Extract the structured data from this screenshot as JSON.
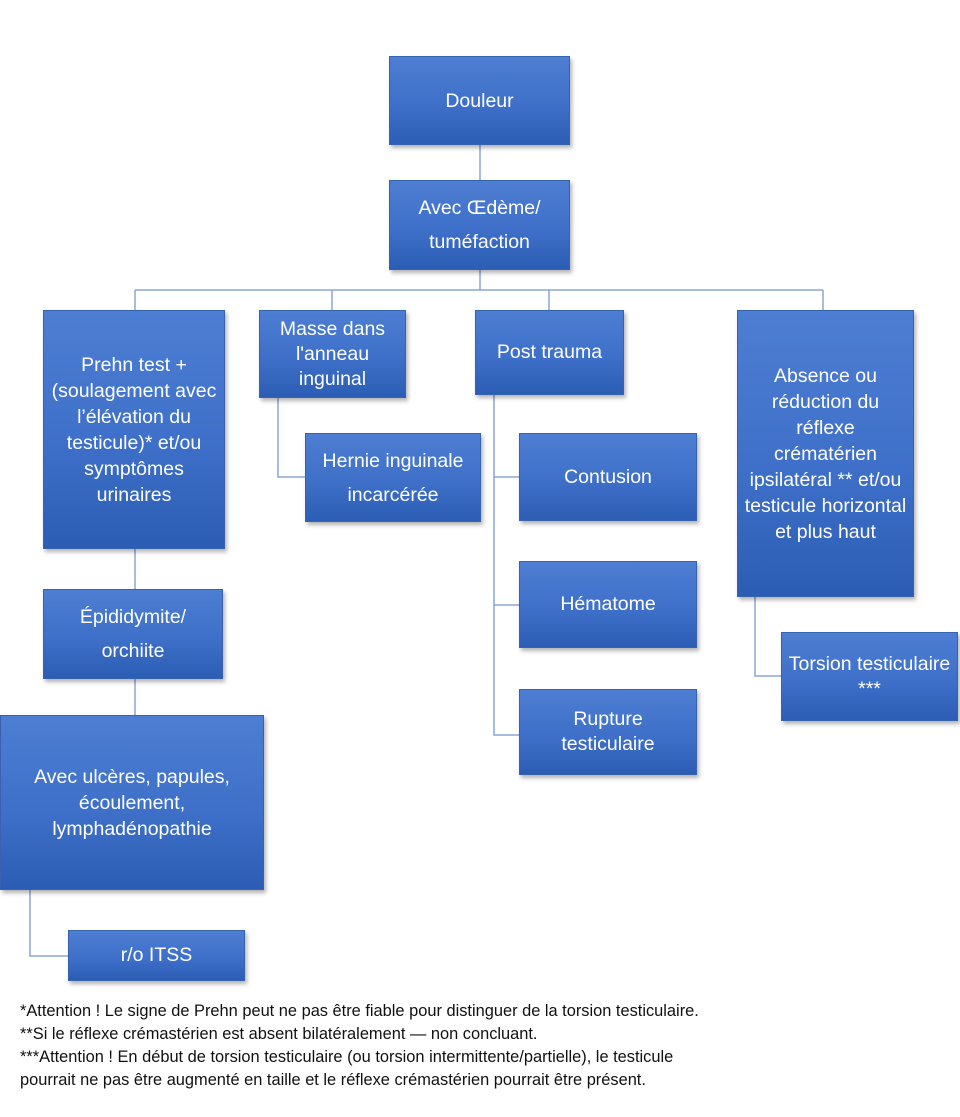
{
  "nodes": {
    "douleur": "Douleur",
    "oedeme": "Avec  Œdème/ tuméfaction",
    "prehn": "Prehn test + (soulagement avec l’élévation du testicule)* et/ou symptômes urinaires",
    "masse": "Masse dans l'anneau inguinal",
    "post_trauma": "Post trauma",
    "absence": "Absence ou réduction du réflexe crématérien ipsilatéral ** et/ou testicule horizontal et plus haut",
    "hernie": "Hernie inguinale incarcérée",
    "contusion": "Contusion",
    "hematome": "Hématome",
    "rupture": "Rupture testiculaire",
    "epididymite": "Épididymite/ orchiite",
    "ulceres": "Avec ulcères, papules, écoulement, lymphadénopathie",
    "itss": "r/o ITSS",
    "torsion": "Torsion testiculaire ***"
  },
  "footnotes": [
    "*Attention ! Le signe de Prehn peut ne pas être fiable pour distinguer de la torsion testiculaire.",
    "**Si le réflexe crémastérien est absent bilatéralement — non concluant.",
    "***Attention ! En début de torsion testiculaire (ou torsion intermittente/partielle), le testicule",
    "pourrait ne pas être augmenté en taille et le réflexe crémastérien pourrait être présent."
  ]
}
